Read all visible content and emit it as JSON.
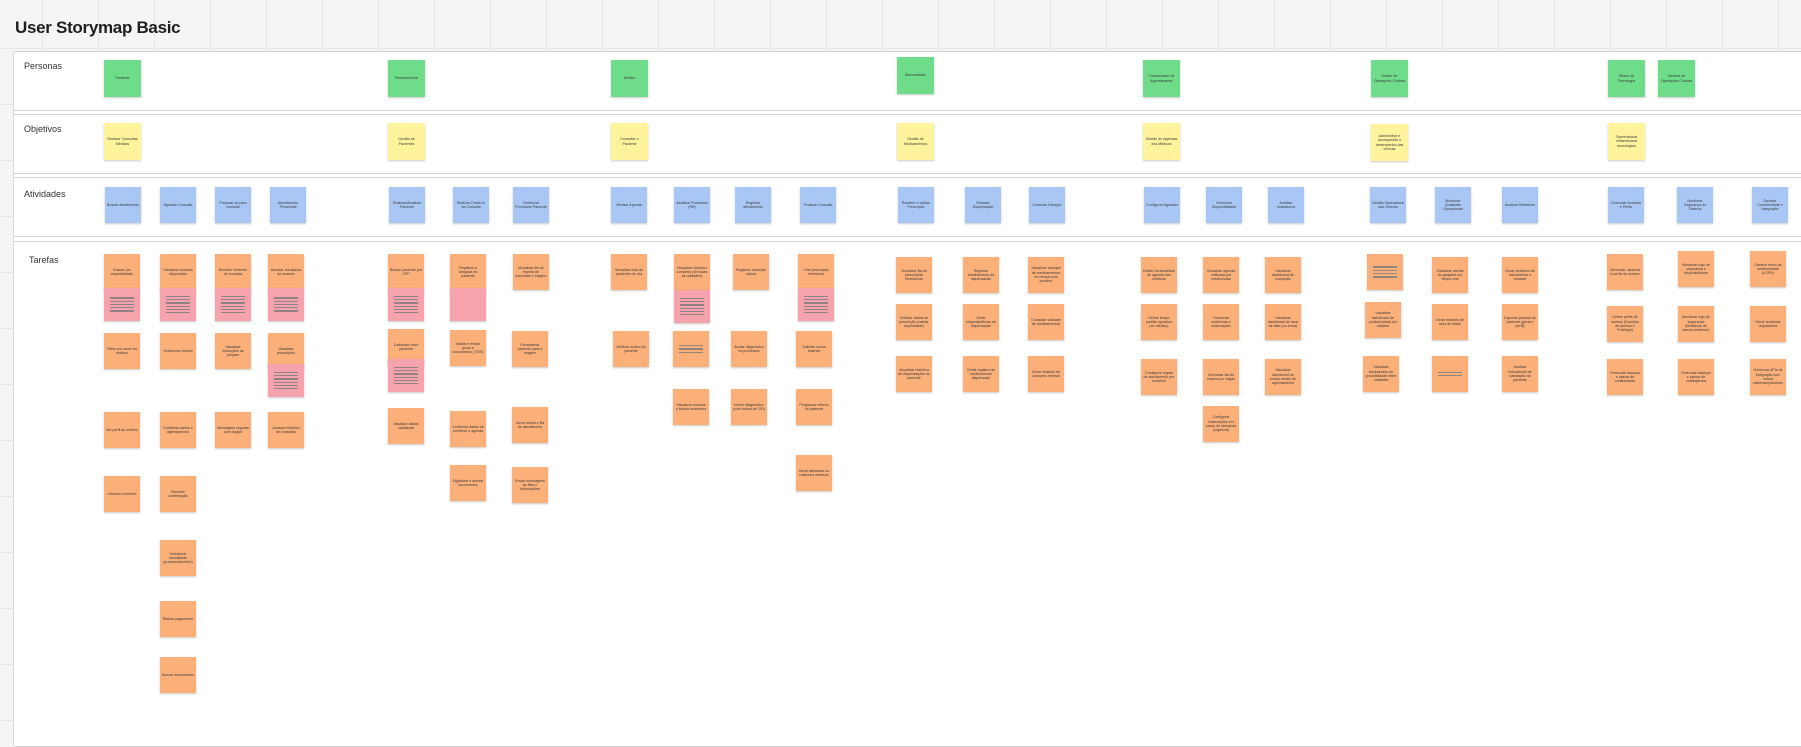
{
  "board": {
    "title": "User Storymap Basic"
  },
  "lanes": [
    {
      "label": "Personas"
    },
    {
      "label": "Objetivos"
    },
    {
      "label": "Atividades"
    },
    {
      "label": "Tarefas"
    }
  ],
  "personas": [
    "Paciente",
    "Recepcionista",
    "Médico",
    "Almoxarifado",
    "Coordenador de Agendamento",
    "Gestor de Operações Clínicas",
    "Gestor de Tecnologia",
    "Gestora de Operações Clínicas"
  ],
  "objetivos": [
    "Realizar Consultas Médicas",
    "Gestão de Pacientes",
    "Consultar o Paciente",
    "Gestão de Medicamentos",
    "Gestão de Agendas dos Médicos",
    "Administrar e acompanhar o desempenho das clínicas",
    "Supervisionar infraestrutura tecnológica"
  ],
  "atividades": [
    "Buscar atendimento",
    "Agendar Consulta",
    "Preparar-se para consulta",
    "Atendimento Presencial",
    "Realizar/Atualizar Paciente",
    "Realizar Check-in da Consulta",
    "Gerenciar Prontuário Paciente",
    "Revisar Agenda",
    "Atualizar Prontuário (RE)",
    "Registrar atendimento",
    "Finalizar Consulta",
    "Receber e validar Prescrição",
    "Realizar Dispensação",
    "Controlar Estoque",
    "Configurar Agendas",
    "Gerenciar Disponibilidade",
    "Analisar Indicadores",
    "Gestão Operacional das Clínicas",
    "Monitorar Qualidade Operacional",
    "Analisar Relatórios",
    "Gerenciar Acessos e Perfis",
    "Monitorar Segurança do Sistema",
    "Garantir Conformidade e Integração"
  ],
  "tarefas": {
    "c1": [
      "Buscar por especialidade",
      "Filtrar por nome do médico",
      "Ver perfil do médico",
      "Informar convênio"
    ],
    "c2": [
      "Visualizar horários disponíveis",
      "Selecionar horário",
      "Confirmar dados e agendamento",
      "Receber confirmação",
      "Selecionar modalidade (presencial/online)",
      "Efetuar pagamento",
      "Anexar documentos"
    ],
    "c3": [
      "Receber lembrete de consulta",
      "Visualizar instruções de preparo",
      "Mensagem seguras com equipe"
    ],
    "c4": [
      "Acessar resultados de exames",
      "Visualizar prescrições",
      "Acessar histórico de consultas"
    ],
    "c5": [
      "Buscar paciente por CPF",
      "Cadastrar novo paciente",
      "Atualizar dados cadastrais"
    ],
    "c6": [
      "Registrar a chegada do paciente",
      "Validar e enviar guias e documentos (TISS)",
      "Confirmar dados do convênio e agenda",
      "Digitalizar e anexar documentos"
    ],
    "c7": [
      "Visualizar fila de espera de consultas e triagem",
      "Encaminhar paciente para a triagem",
      "Gerar senha e fila de atendimento",
      "Enviar mensagens às filas e informações"
    ],
    "c8": [
      "Visualizar lista de pacientes do dia",
      "Verificar motivo do paciente"
    ],
    "c9": [
      "Visualizar histórico completo (de todas as unidades)",
      "Visualizar exames e laudos anteriores"
    ],
    "c10": [
      "Registrar evolução clínica",
      "Anotar diagnóstico no prontuário",
      "Inserir diagnóstico (com busca de CID)"
    ],
    "c11": [
      "Criar prescrição eletrônica",
      "Solicitar novos exames",
      "Programar retorno do paciente",
      "Gerar atestados ou relatórios médicos"
    ],
    "c12": [
      "Visualizar fila de prescrições eletrônicas",
      "Verificar dados de prescrição (validar duplicidade)",
      "Visualizar histórico de dispensações do paciente"
    ],
    "c13": [
      "Registrar medicamento de dispensação",
      "Gerar etiquetas/fichas de dispensação",
      "Emitir registro de medicamento dispensado"
    ],
    "c14": [
      "Visualizar estoque de medicamentos em tempo real próximo",
      "Consultar validade de medicamentos",
      "Gerar relatório de consumo mensal"
    ],
    "c15": [
      "Definir horários/dias de agenda dos médicos",
      "Definir tempo padrão (quantos por médico)",
      "Configurar regras de atendimento por convênio"
    ],
    "c16": [
      "Visualizar agenda unificada por médico/sala",
      "Gerenciar ausências e realocações",
      "Gerenciar fila de espera por vagas",
      "Configurar realocações em casos de demanda (urgência)"
    ],
    "c17": [
      "Visualizar dashboard de ocupação",
      "Visualizar dashboard de taxa de falta (no-show)",
      "Visualizar dashboard de tempo médio de agendamento"
    ],
    "c18": [
      "Visualizar dashboard de produtividade por unidade",
      "Visualizar comparativo de produtividade entre unidades"
    ],
    "c19": [
      "Visualizar alertas de gargalos em tempo real",
      "Gerar relatório de taxa de faltas"
    ],
    "c20": [
      "Gerar relatórios de faturamento e repasse",
      "Exportar jornada do paciente (geral e perfil)",
      "Analisar indicadores de satisfação do paciente"
    ],
    "c21": [
      "Gerenciar usuários e perfis de acesso",
      "Definir perfis de acesso (Funções de Acesso e Privilégio)",
      "Gerenciar backups e planos de continuidade"
    ],
    "c22": [
      "Monitorar logs de segurança e disponibilidade",
      "Monitorar logs de segurança (tentativas de acesso indevido)",
      "Gerenciar backups e planos de contingência"
    ],
    "c23": [
      "Garantir envio de conformidade (LGPD)",
      "Gerar relatórios regulatórios",
      "Gerenciar APIs de integração com outros sistemas/parceiros"
    ]
  },
  "colors": {
    "persona": "#6fdc8a",
    "objetivo": "#fff39b",
    "atividade": "#a9c7f5",
    "tarefa": "#fbb07a",
    "destaque": "#f7a3ae"
  }
}
